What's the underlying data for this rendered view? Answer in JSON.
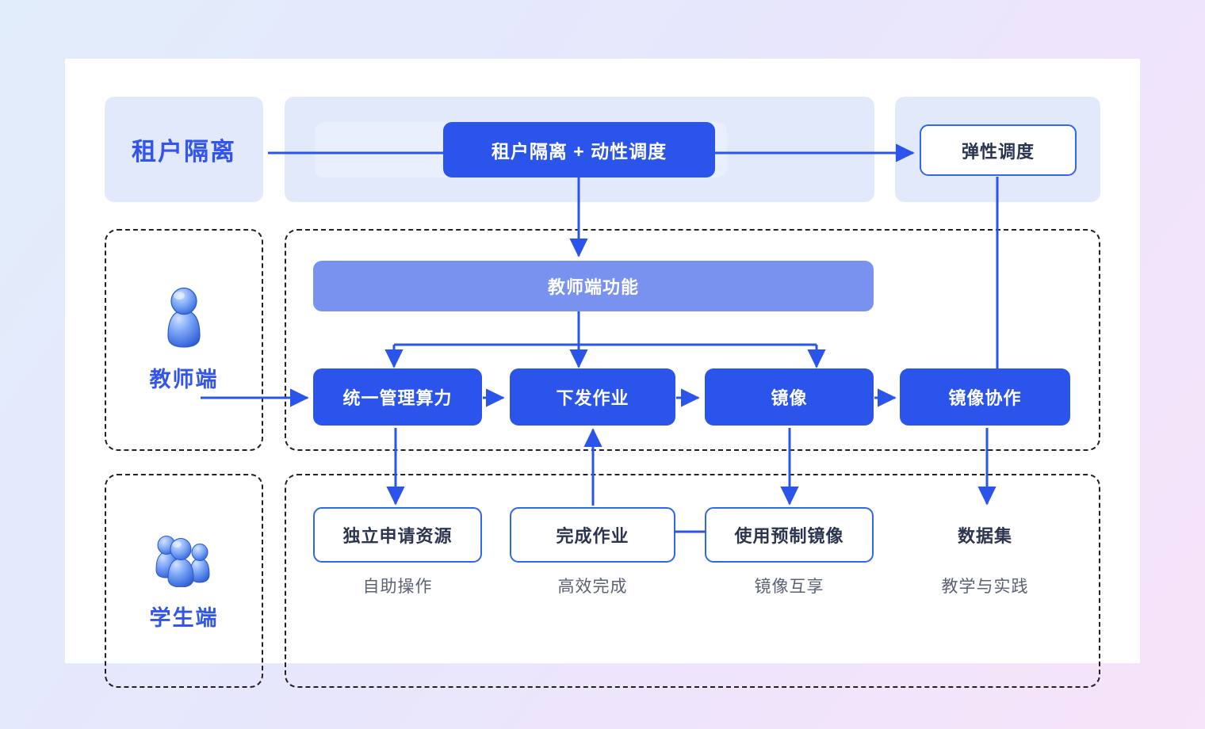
{
  "theme": {
    "accent_blue": "#2b54ea",
    "light_bar": "#7a92ef",
    "band": "#e2e9fb",
    "band_inner": "#e9effc",
    "outline_border": "#3366ef",
    "caption_gray": "#5b6274",
    "dark_text": "#2b3550",
    "bg_gradient_start": "#e2edfb",
    "bg_gradient_end": "#f7e3fa"
  },
  "top_row": {
    "tenant_label": "租户隔离",
    "center_node": "租户隔离 + 动性调度",
    "right_node": "弹性调度"
  },
  "teacher_section": {
    "role_label": "教师端",
    "role_icon": "single-person-icon",
    "function_bar": "教师端功能",
    "nodes": [
      {
        "label": "统一管理算力"
      },
      {
        "label": "下发作业"
      },
      {
        "label": "镜像"
      },
      {
        "label": "镜像协作"
      }
    ]
  },
  "student_section": {
    "role_label": "学生端",
    "role_icon": "group-people-icon",
    "nodes": [
      {
        "label": "独立申请资源",
        "caption": "自助操作",
        "boxed": true
      },
      {
        "label": "完成作业",
        "caption": "高效完成",
        "boxed": true
      },
      {
        "label": "使用预制镜像",
        "caption": "镜像互享",
        "boxed": true
      },
      {
        "label": "数据集",
        "caption": "教学与实践",
        "boxed": false
      }
    ]
  }
}
